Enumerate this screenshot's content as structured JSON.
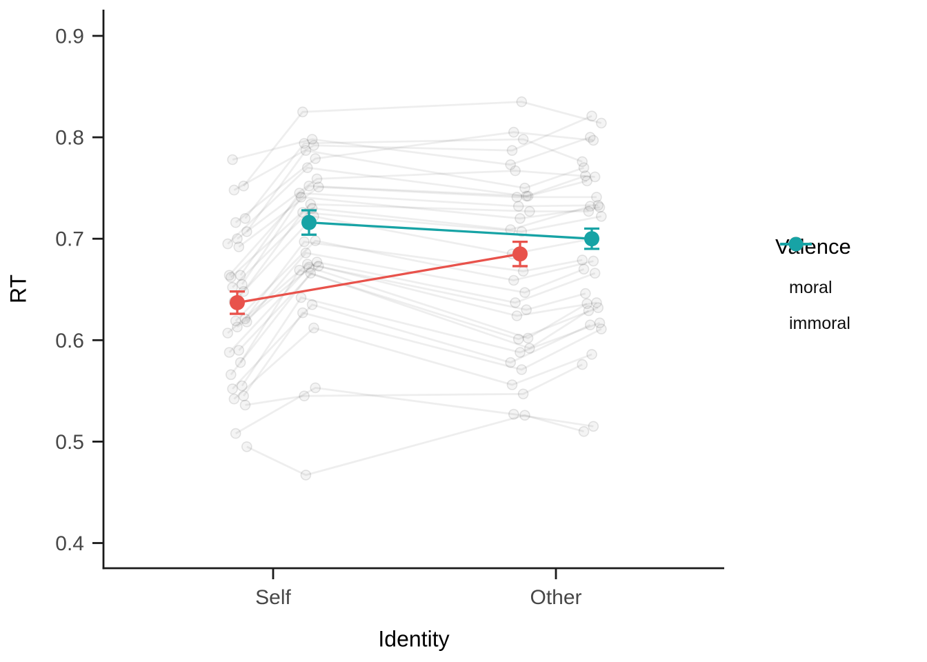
{
  "chart_data": {
    "type": "line",
    "title": "",
    "xlabel": "Identity",
    "ylabel": "RT",
    "categories": [
      "Self",
      "Other"
    ],
    "y_ticks": [
      "0.4",
      "0.5",
      "0.6",
      "0.7",
      "0.8",
      "0.9"
    ],
    "ylim": [
      0.38,
      0.92
    ],
    "grid": "off",
    "legend": {
      "title": "Valence",
      "position": "right",
      "entries": [
        {
          "label": "moral",
          "color": "#E8524B"
        },
        {
          "label": "immoral",
          "color": "#17A3A5"
        }
      ]
    },
    "series": [
      {
        "name": "moral",
        "color": "#E8524B",
        "means": {
          "Self": 0.637,
          "Other": 0.685
        },
        "ci_halfwidth": {
          "Self": 0.011,
          "Other": 0.012
        }
      },
      {
        "name": "immoral",
        "color": "#17A3A5",
        "means": {
          "Self": 0.716,
          "Other": 0.7
        },
        "ci_halfwidth": {
          "Self": 0.012,
          "Other": 0.01
        }
      }
    ],
    "individuals": {
      "note": "per-subject RT, order: Self-moral, Self-immoral, Other-moral, Other-immoral",
      "values": [
        [
          0.778,
          0.798,
          0.773,
          0.8
        ],
        [
          0.752,
          0.825,
          0.835,
          0.814
        ],
        [
          0.748,
          0.792,
          0.787,
          0.821
        ],
        [
          0.72,
          0.794,
          0.798,
          0.776
        ],
        [
          0.716,
          0.779,
          0.805,
          0.797
        ],
        [
          0.707,
          0.787,
          0.75,
          0.77
        ],
        [
          0.7,
          0.759,
          0.767,
          0.761
        ],
        [
          0.695,
          0.77,
          0.742,
          0.762
        ],
        [
          0.692,
          0.751,
          0.741,
          0.741
        ],
        [
          0.664,
          0.752,
          0.742,
          0.757
        ],
        [
          0.664,
          0.745,
          0.732,
          0.733
        ],
        [
          0.662,
          0.734,
          0.727,
          0.727
        ],
        [
          0.655,
          0.741,
          0.72,
          0.731
        ],
        [
          0.652,
          0.73,
          0.709,
          0.732
        ],
        [
          0.648,
          0.726,
          0.707,
          0.722
        ],
        [
          0.638,
          0.722,
          0.685,
          0.7
        ],
        [
          0.621,
          0.697,
          0.668,
          0.679
        ],
        [
          0.619,
          0.698,
          0.659,
          0.678
        ],
        [
          0.618,
          0.686,
          0.647,
          0.67
        ],
        [
          0.613,
          0.677,
          0.637,
          0.666
        ],
        [
          0.607,
          0.675,
          0.63,
          0.646
        ],
        [
          0.59,
          0.673,
          0.624,
          0.637
        ],
        [
          0.588,
          0.672,
          0.602,
          0.636
        ],
        [
          0.578,
          0.669,
          0.601,
          0.632
        ],
        [
          0.566,
          0.666,
          0.592,
          0.629
        ],
        [
          0.555,
          0.642,
          0.588,
          0.617
        ],
        [
          0.552,
          0.635,
          0.578,
          0.615
        ],
        [
          0.545,
          0.627,
          0.571,
          0.611
        ],
        [
          0.542,
          0.612,
          0.556,
          0.586
        ],
        [
          0.536,
          0.545,
          0.547,
          0.576
        ],
        [
          0.508,
          0.553,
          0.527,
          0.515
        ],
        [
          0.495,
          0.467,
          0.526,
          0.51
        ]
      ]
    }
  }
}
